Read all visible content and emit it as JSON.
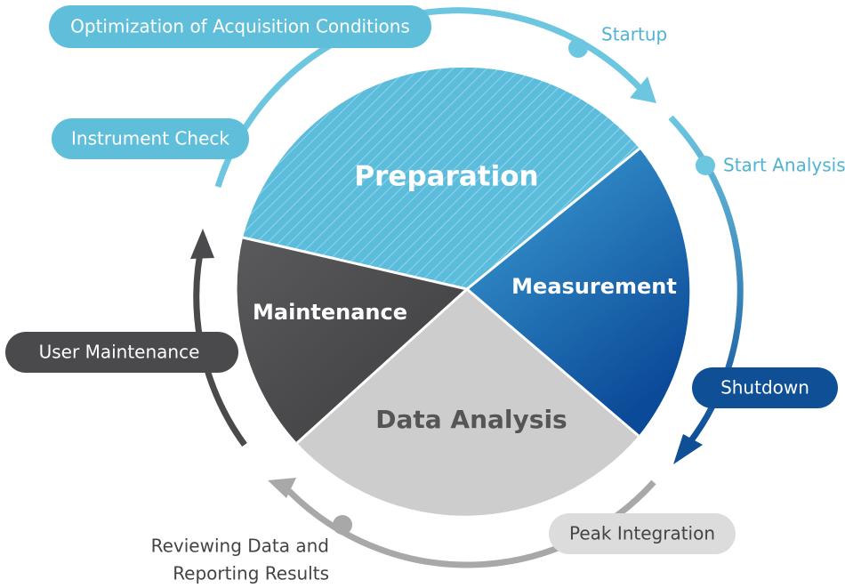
{
  "segments": {
    "preparation": "Preparation",
    "measurement": "Measurement",
    "data_analysis": "Data Analysis",
    "maintenance": "Maintenance"
  },
  "steps": {
    "optimization": "Optimization of Acquisition Conditions",
    "instrument_check": "Instrument Check",
    "startup": "Startup",
    "start_analysis": "Start Analysis",
    "shutdown": "Shutdown",
    "peak_integration": "Peak Integration",
    "reviewing_line1": "Reviewing Data and",
    "reviewing_line2": "Reporting Results",
    "user_maintenance": "User Maintenance"
  },
  "colors": {
    "preparation": "#5bbcdb",
    "measurement": "#1f7fc0",
    "data_analysis": "#cfcfcf",
    "maintenance": "#4a4a4c",
    "pill_cyan": "#5fbfda",
    "pill_navy": "#0e4f95",
    "pill_gray": "#dcdcdc",
    "pill_dark": "#4a4a4c"
  }
}
